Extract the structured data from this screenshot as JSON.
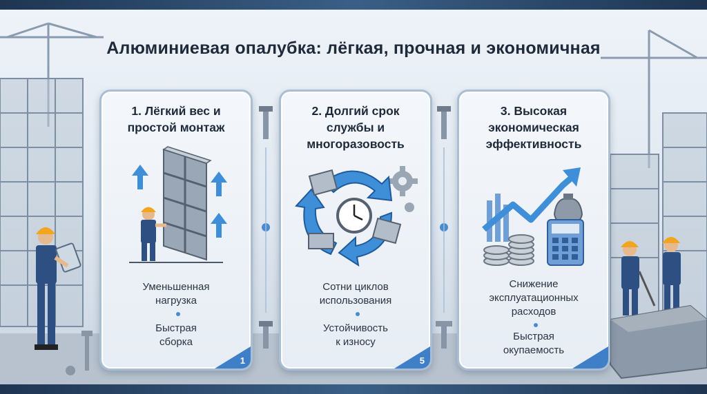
{
  "title": "Алюминиевая опалубка: лёгкая, прочная и экономичная",
  "cards": [
    {
      "title_lines": [
        "1. Лёгкий вес и",
        "простой монтаж"
      ],
      "bullet1_lines": [
        "Уменьшенная",
        "нагрузка"
      ],
      "bullet2_lines": [
        "Быстрая",
        "сборка"
      ],
      "corner_number": "1"
    },
    {
      "title_lines": [
        "2. Долгий срок",
        "службы и",
        "многоразовость"
      ],
      "bullet1_lines": [
        "Сотни циклов",
        "использования"
      ],
      "bullet2_lines": [
        "Устойчивость",
        "к износу"
      ],
      "corner_number": "5"
    },
    {
      "title_lines": [
        "3. Высокая",
        "экономическая",
        "эффективность"
      ],
      "bullet1_lines": [
        "Снижение",
        "эксплуатационных",
        "расходов"
      ],
      "bullet2_lines": [
        "Быстрая",
        "окупаемость"
      ],
      "corner_number": ""
    }
  ],
  "colors": {
    "accent": "#4a8ad0",
    "frame": "#2c4a6e",
    "card_border": "#a9bdd3"
  },
  "icons": [
    "crane-icon",
    "worker-icon",
    "formwork-panel-icon",
    "recycle-icon",
    "clock-icon",
    "gear-icon",
    "growth-arrow-icon",
    "coins-icon",
    "calculator-icon",
    "money-bag-icon",
    "bolt-icon"
  ]
}
